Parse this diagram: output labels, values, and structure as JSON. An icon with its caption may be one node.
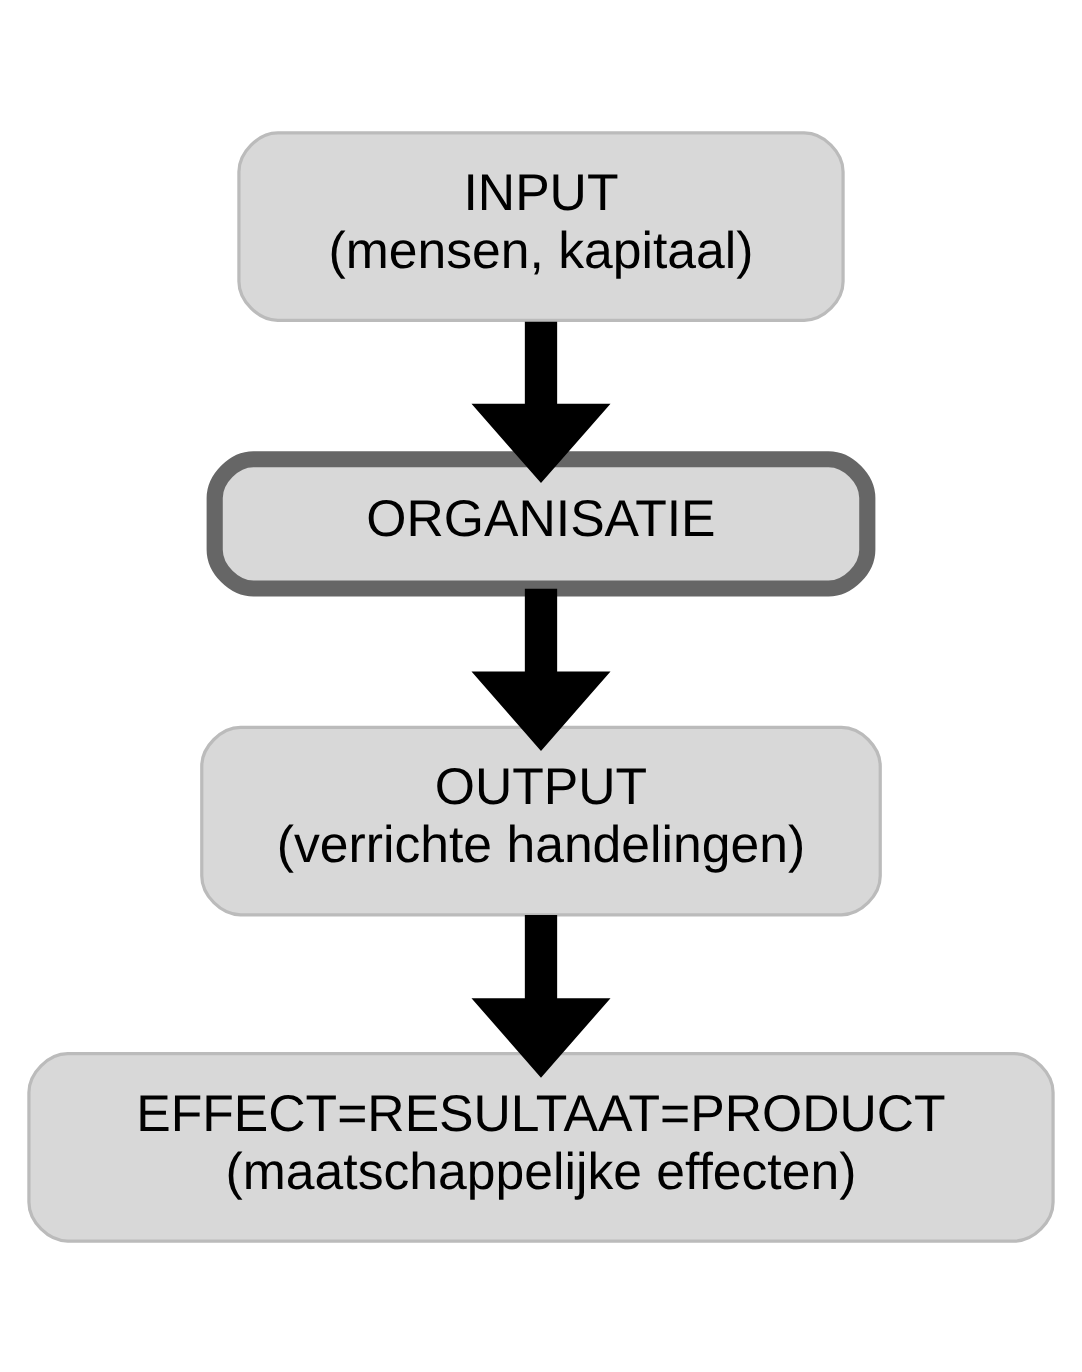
{
  "diagram": {
    "nodes": [
      {
        "text": [
          "INPUT",
          "(mensen, kapitaal)"
        ]
      },
      {
        "text": [
          "ORGANISATIE"
        ]
      },
      {
        "text": [
          "OUTPUT",
          "(verrichte handelingen)"
        ]
      },
      {
        "text": [
          "EFFECT=RESULTAAT=PRODUCT",
          "(maatschappelijke effecten)"
        ]
      }
    ],
    "edges": [
      {
        "from": 0,
        "to": 1,
        "arrow": "to"
      },
      {
        "from": 1,
        "to": 2,
        "arrow": "to"
      },
      {
        "from": 2,
        "to": 3,
        "arrow": "to"
      }
    ]
  }
}
